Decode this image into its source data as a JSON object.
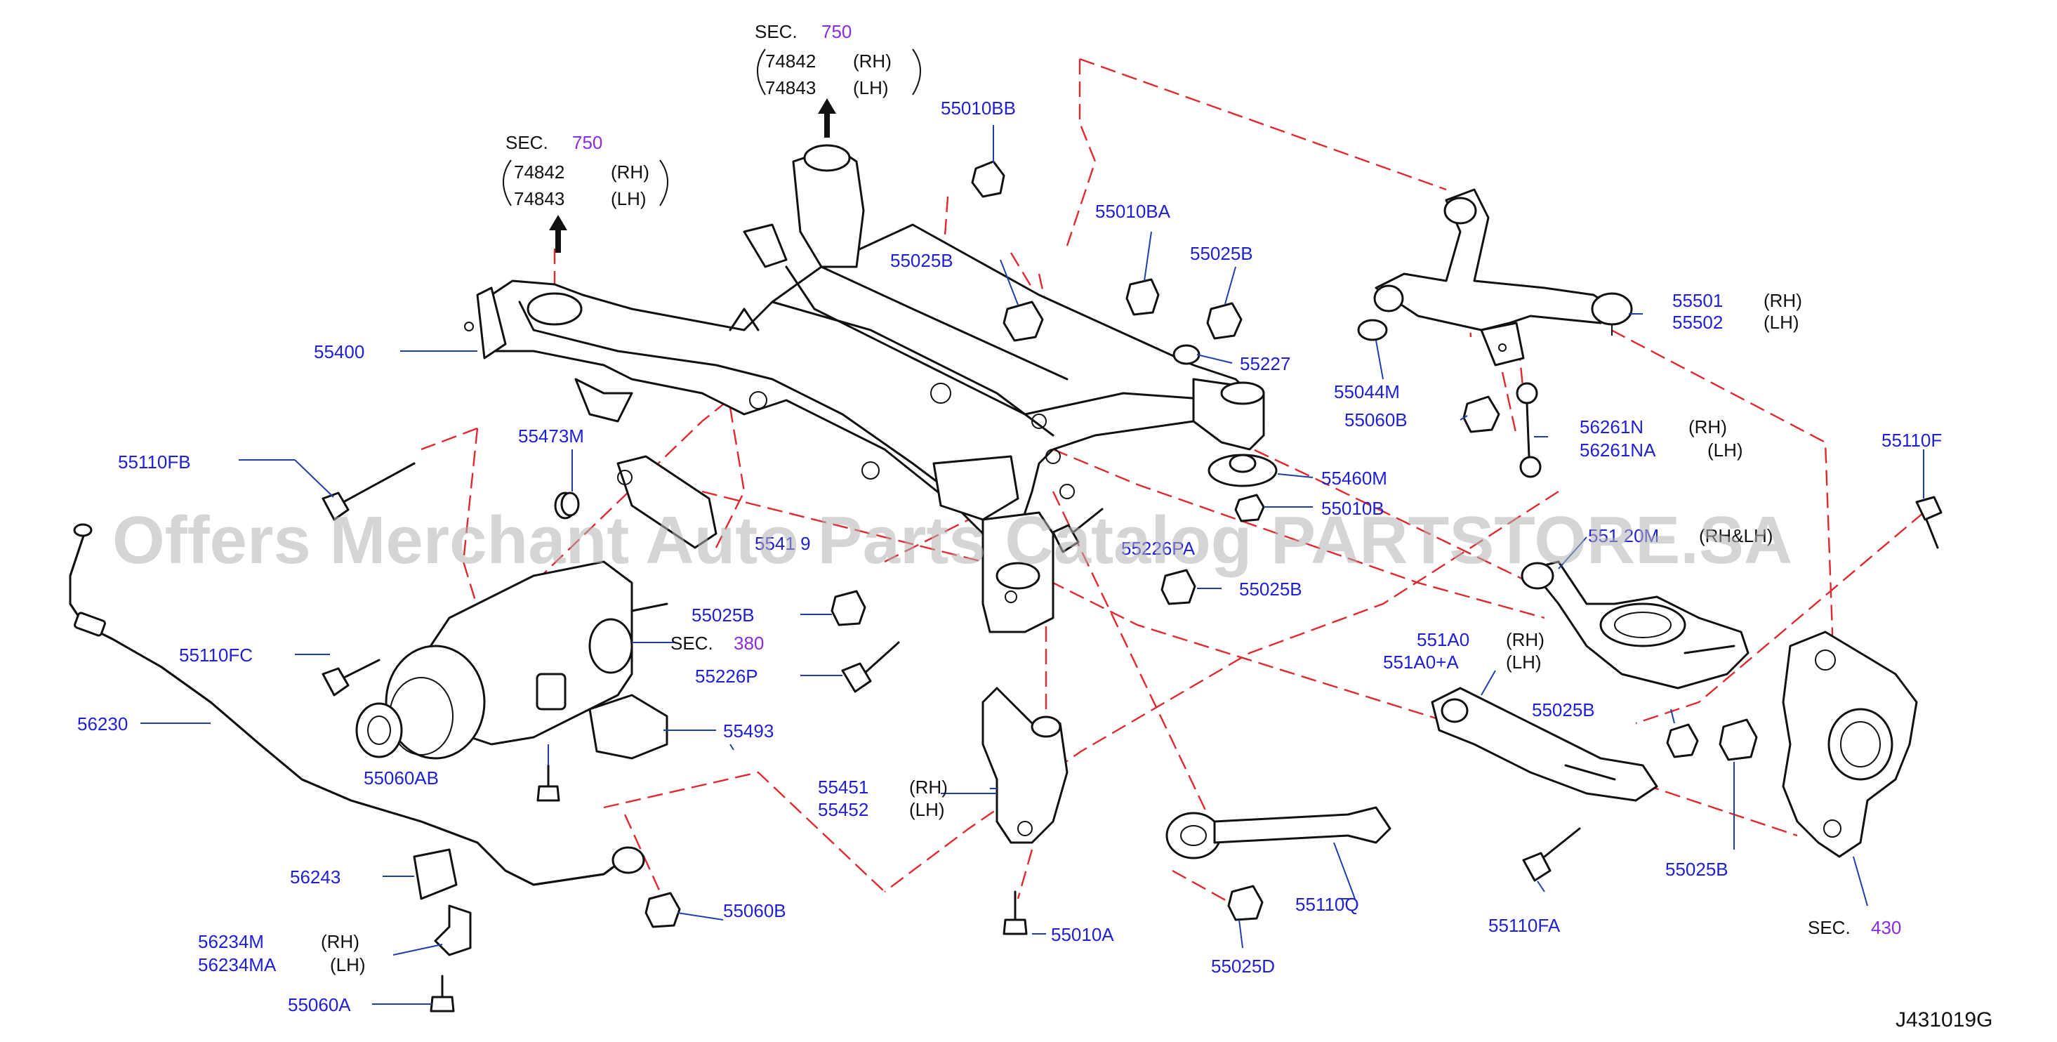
{
  "watermark": "Offers Merchant Auto Parts Catalog PARTSTORE.SA",
  "drawing_id": "J431019G",
  "colors": {
    "part_number": "#1f1fd6",
    "section": "#8a2be2",
    "dashed_line": "#e0282e",
    "leader": "#1f3fa8"
  },
  "sections": {
    "top_right": {
      "prefix": "SEC.",
      "num": "750",
      "lines": [
        {
          "num": "74842",
          "side": "(RH)"
        },
        {
          "num": "74843",
          "side": "(LH)"
        }
      ]
    },
    "top_left": {
      "prefix": "SEC.",
      "num": "750",
      "lines": [
        {
          "num": "74842",
          "side": "(RH)"
        },
        {
          "num": "74843",
          "side": "(LH)"
        }
      ]
    },
    "sec380": {
      "prefix": "SEC.",
      "num": "380"
    },
    "sec430": {
      "prefix": "SEC.",
      "num": "430"
    }
  },
  "labels": {
    "p55010BB": "55010BB",
    "p55010BA": "55010BA",
    "p55025B_a": "55025B",
    "p55025B_b": "55025B",
    "p55400": "55400",
    "p55227": "55227",
    "p55501": "55501",
    "p55501_side": "(RH)",
    "p55502": "55502",
    "p55502_side": "(LH)",
    "p55044M": "55044M",
    "p55060B": "55060B",
    "p56261N": "56261N",
    "p56261N_side": "(RH)",
    "p56261NA": "56261NA",
    "p56261NA_side": "(LH)",
    "p55110F": "55110F",
    "p55110FB": "55110FB",
    "p55473M": "55473M",
    "p55460M": "55460M",
    "p55010B": "55010B",
    "p55419": "5541 9",
    "p55226PA": "55226PA",
    "p55120M": "551 20M",
    "p55120M_side": "(RH&LH)",
    "p55025B_c": "55025B",
    "p55025B_d": "55025B",
    "p551A0": "551A0",
    "p551A0_side": "(RH)",
    "p551A0A": "551A0+A",
    "p551A0A_side": "(LH)",
    "p55110FC": "55110FC",
    "p55226P": "55226P",
    "p56230": "56230",
    "p55493": "55493",
    "p55025B_e": "55025B",
    "p55060AB": "55060AB",
    "p55451": "55451",
    "p55451_side": "(RH)",
    "p55452": "55452",
    "p55452_side": "(LH)",
    "p55025B_f": "55025B",
    "p56243": "56243",
    "p55060B_b": "55060B",
    "p55110Q": "55110Q",
    "p56234M": "56234M",
    "p56234M_side": "(RH)",
    "p56234MA": "56234MA",
    "p56234MA_side": "(LH)",
    "p55010A": "55010A",
    "p55110FA": "55110FA",
    "p55025D": "55025D",
    "p55060A": "55060A"
  }
}
